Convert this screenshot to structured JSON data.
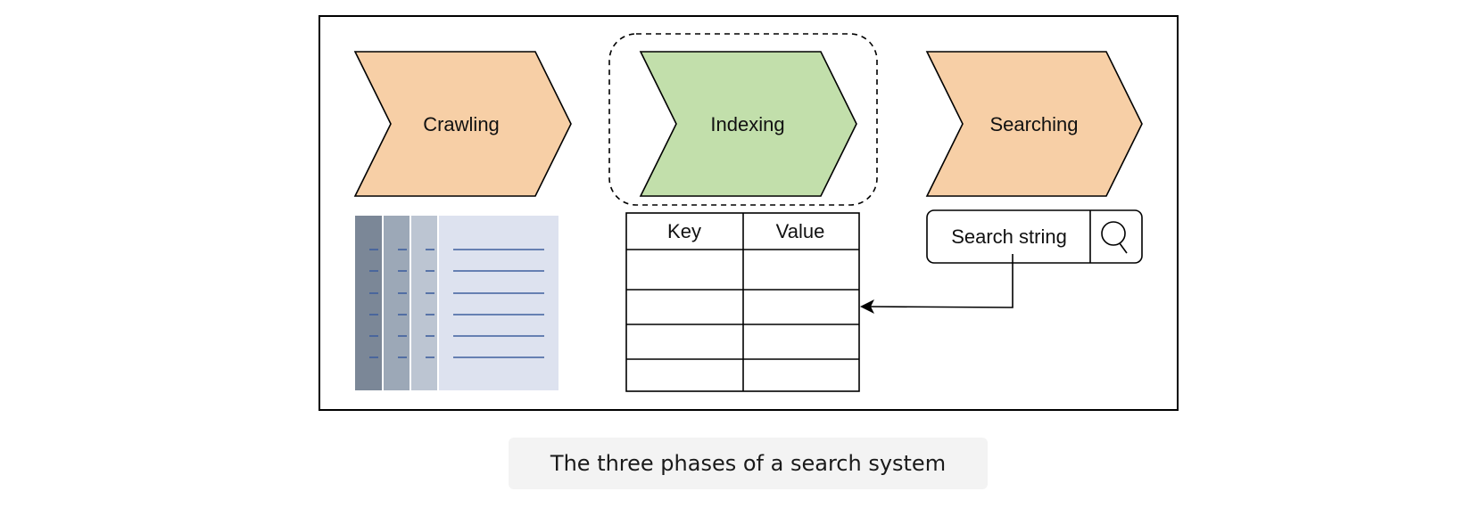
{
  "phases": [
    {
      "label": "Crawling",
      "fill": "#f7cfa6"
    },
    {
      "label": "Indexing",
      "fill": "#c2dfab"
    },
    {
      "label": "Searching",
      "fill": "#f7cfa6"
    }
  ],
  "index_table": {
    "headers": [
      "Key",
      "Value"
    ]
  },
  "search_box": {
    "text": "Search string",
    "icon": "search-icon"
  },
  "caption": "The three phases of a search system"
}
